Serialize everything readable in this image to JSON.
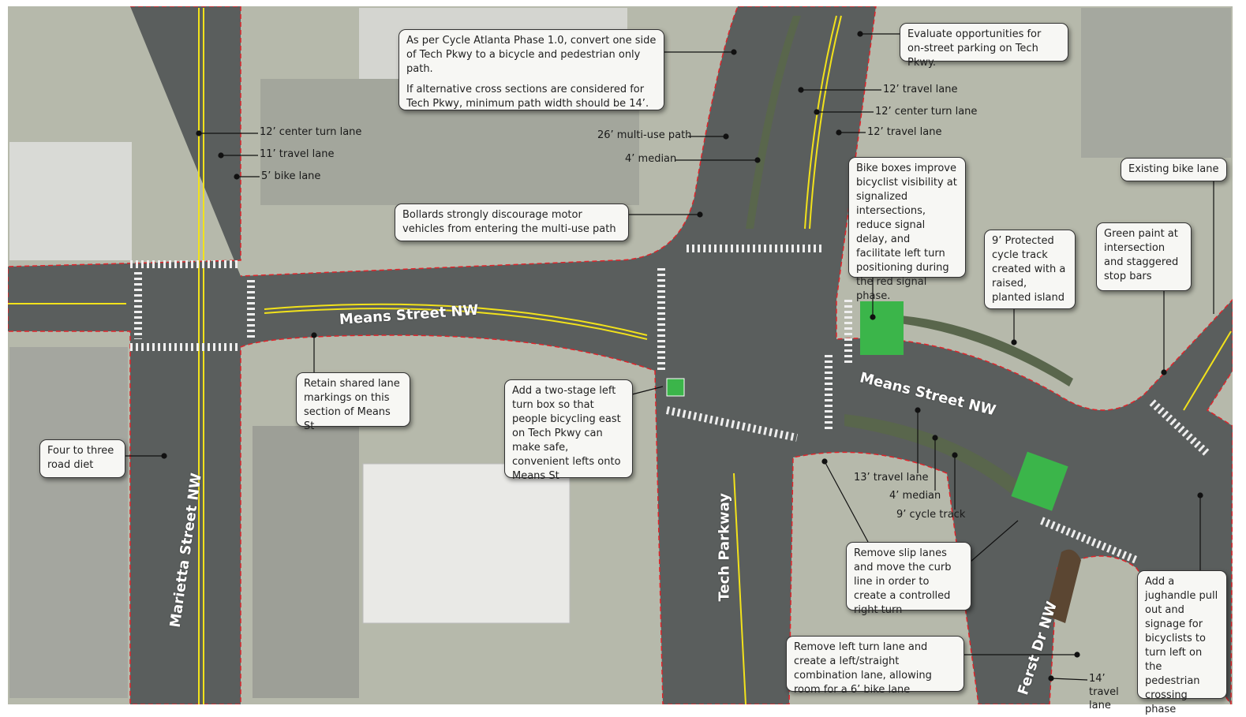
{
  "colors": {
    "road": "#5a5e5d",
    "ground": "#b9bcae",
    "grass": "#a9ae98",
    "curb_dashed": "#e0242a",
    "lane_yellow": "#f2e21b",
    "green_paint": "#3bb54a",
    "median": "#59664c"
  },
  "streets": {
    "means_west": "Means Street NW",
    "means_east": "Means Street NW",
    "marietta": "Marietta Street NW",
    "tech": "Tech Parkway",
    "ferst": "Ferst Dr NW"
  },
  "callouts": [
    {
      "id": "cycle-atlanta",
      "paragraphs": [
        "As per Cycle Atlanta Phase 1.0, convert one side of Tech Pkwy to a bicycle and pedestrian only path.",
        "If alternative cross sections are considered for Tech Pkwy, minimum path width should be  14’."
      ]
    },
    {
      "id": "on-street-parking",
      "paragraphs": [
        "Evaluate opportunities for on-street parking on Tech Pkwy."
      ]
    },
    {
      "id": "bike-boxes",
      "paragraphs": [
        "Bike boxes improve bicyclist visibility at signalized intersections, reduce signal delay, and facilitate left turn positioning during the red signal phase."
      ]
    },
    {
      "id": "cycle-track",
      "paragraphs": [
        "9’ Protected cycle track created with a raised, planted island"
      ]
    },
    {
      "id": "green-paint",
      "paragraphs": [
        "Green paint at intersection and staggered stop bars"
      ]
    },
    {
      "id": "existing-bike-lane",
      "paragraphs": [
        "Existing bike lane"
      ]
    },
    {
      "id": "bollards",
      "paragraphs": [
        "Bollards strongly discourage motor vehicles from entering the multi-use path"
      ]
    },
    {
      "id": "shared-lane",
      "paragraphs": [
        "Retain shared lane markings on this section of Means St"
      ]
    },
    {
      "id": "two-stage",
      "paragraphs": [
        "Add a two-stage left turn box so that people bicycling east on Tech Pkwy can make safe, convenient lefts onto Means St"
      ]
    },
    {
      "id": "road-diet",
      "paragraphs": [
        "Four to three road diet"
      ]
    },
    {
      "id": "slip-lanes",
      "paragraphs": [
        "Remove slip lanes and move the curb line in order to create a controlled right turn"
      ]
    },
    {
      "id": "left-turn-lane",
      "paragraphs": [
        "Remove left turn lane and create a left/straight combination lane, allowing room for a 6’ bike lane"
      ]
    },
    {
      "id": "jughandle",
      "paragraphs": [
        "Add a jughandle pull out and signage for bicyclists to turn left on the pedestrian crossing phase"
      ]
    }
  ],
  "labels": [
    {
      "id": "marietta-center",
      "text": "12’ center turn lane"
    },
    {
      "id": "marietta-travel",
      "text": "11’ travel lane"
    },
    {
      "id": "marietta-bike",
      "text": "5’ bike lane"
    },
    {
      "id": "tech-path",
      "text": "26’ multi-use path"
    },
    {
      "id": "tech-median",
      "text": "4’ median"
    },
    {
      "id": "tech-travel-1",
      "text": "12’ travel lane"
    },
    {
      "id": "tech-center",
      "text": "12’ center turn lane"
    },
    {
      "id": "tech-travel-2",
      "text": "12’ travel lane"
    },
    {
      "id": "means-travel",
      "text": "13’ travel lane"
    },
    {
      "id": "means-median",
      "text": "4’ median"
    },
    {
      "id": "means-cycle",
      "text": "9’ cycle track"
    },
    {
      "id": "ferst-travel",
      "text": "14’ travel lane"
    }
  ]
}
